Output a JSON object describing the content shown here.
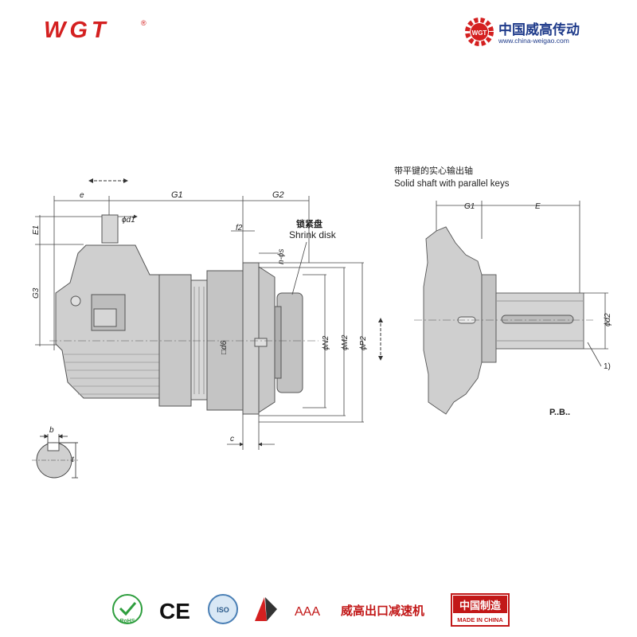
{
  "header": {
    "logo_text": "WGT",
    "logo_mark": "®",
    "brand_cn": "中国威高传动",
    "brand_url": "www.china-weigao.com",
    "brand_badge": "WGT"
  },
  "colors": {
    "logo_red": "#d42020",
    "brand_blue": "#1e3a8a",
    "housing": "#cfcfcf",
    "line": "#333333"
  },
  "diagram": {
    "dims": {
      "e": "e",
      "G1": "G1",
      "G2": "G2",
      "E1": "E1",
      "G3": "G3",
      "d1": "ϕd1",
      "f2": "f2",
      "ns": "n-ϕs",
      "d6": "□d6",
      "N2": "ϕN2",
      "M2": "ϕM2",
      "P2": "ϕP2",
      "b": "b",
      "t": "t",
      "c": "c"
    },
    "shrink_disk_cn": "锁紧盘",
    "shrink_disk_en": "Shrink disk",
    "solid_shaft_cn": "带平键的实心输出轴",
    "solid_shaft_en": "Solid shaft with parallel keys",
    "detail_dims": {
      "G1": "G1",
      "E": "E",
      "d2": "ϕd2",
      "note": "1)"
    },
    "model_label": "P..B.."
  },
  "footer": {
    "rohs": "RoHS",
    "ce": "CE",
    "iso": "ISO",
    "aaa": "AAA",
    "slogan": "威高出口减速机",
    "made_cn": "中国制造",
    "made_en": "MADE IN CHINA"
  }
}
